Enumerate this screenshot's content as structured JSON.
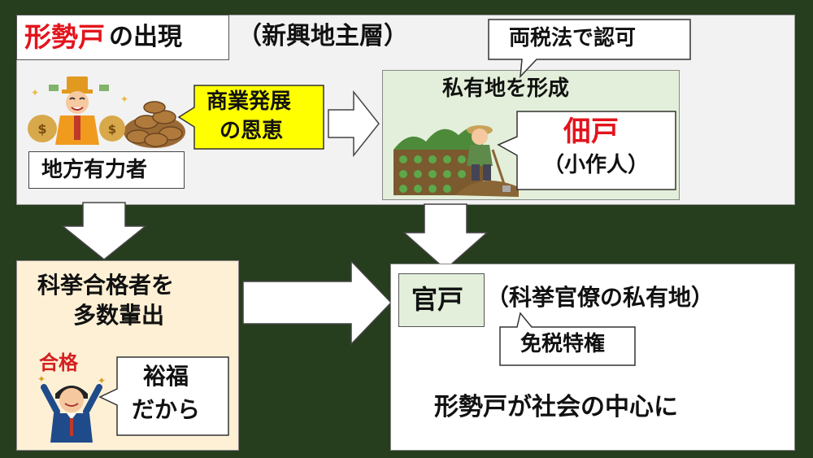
{
  "header": {
    "title_red": "形勢戸",
    "title_rest": "の出現",
    "subtitle": "（新興地主層）"
  },
  "top": {
    "wealthy_label": "地方有力者",
    "benefit_label_1": "商業発展",
    "benefit_label_2": "の恩恵",
    "tax_label": "両税法で認可",
    "private_land_label": "私有地を形成",
    "tenant_title": "佃戸",
    "tenant_sub": "（小作人）"
  },
  "bottom_left": {
    "line1": "科挙合格者を",
    "line2": "多数輩出",
    "pass_sign": "合格",
    "reason_1": "裕福",
    "reason_2": "だから"
  },
  "bottom_right": {
    "kanko_label": "官戸",
    "kanko_desc": "（科挙官僚の私有地）",
    "tax_exempt": "免税特権",
    "conclusion": "形勢戸が社会の中心に"
  },
  "colors": {
    "background": "#263d1e",
    "top_panel": "#f2f2f2",
    "green_panel": "#e3efda",
    "yellow_callout": "#ffff00",
    "cream_panel": "#fdf0d5",
    "accent_red": "#e3141c"
  }
}
